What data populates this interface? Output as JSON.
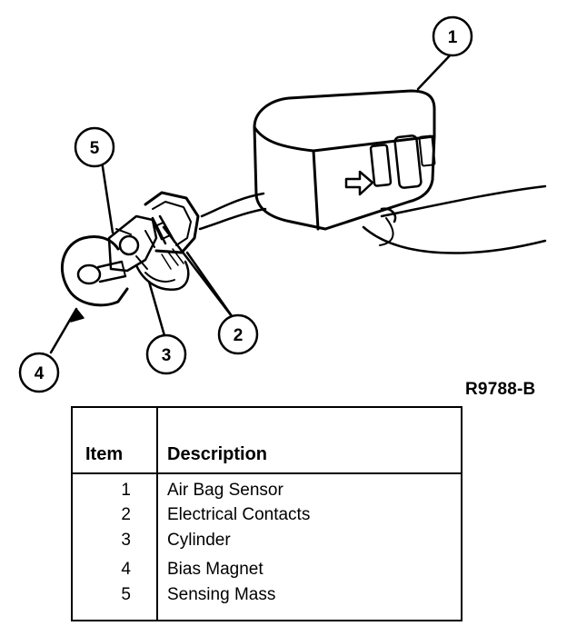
{
  "figure": {
    "reference_code": "R9788-B",
    "callouts": [
      "1",
      "2",
      "3",
      "4",
      "5"
    ]
  },
  "legend": {
    "headers": {
      "item": "Item",
      "description": "Description"
    },
    "rows": [
      {
        "item": "1",
        "description": "Air Bag Sensor"
      },
      {
        "item": "2",
        "description": "Electrical Contacts"
      },
      {
        "item": "3",
        "description": "Cylinder"
      },
      {
        "item": "4",
        "description": "Bias Magnet"
      },
      {
        "item": "5",
        "description": "Sensing Mass"
      }
    ]
  }
}
